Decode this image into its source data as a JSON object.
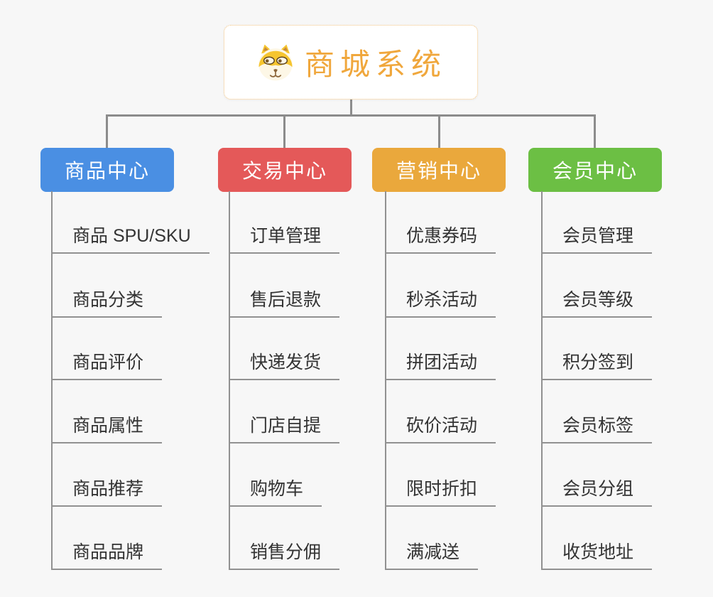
{
  "root": {
    "title": "商城系统",
    "icon": "shiba-dog-icon"
  },
  "branches": [
    {
      "label": "商品中心",
      "color": "#4a8fe3",
      "items": [
        "商品 SPU/SKU",
        "商品分类",
        "商品评价",
        "商品属性",
        "商品推荐",
        "商品品牌"
      ]
    },
    {
      "label": "交易中心",
      "color": "#e45959",
      "items": [
        "订单管理",
        "售后退款",
        "快递发货",
        "门店自提",
        "购物车",
        "销售分佣"
      ]
    },
    {
      "label": "营销中心",
      "color": "#eaa83c",
      "items": [
        "优惠券码",
        "秒杀活动",
        "拼团活动",
        "砍价活动",
        "限时折扣",
        "满减送"
      ]
    },
    {
      "label": "会员中心",
      "color": "#6cbf44",
      "items": [
        "会员管理",
        "会员等级",
        "积分签到",
        "会员标签",
        "会员分组",
        "收货地址"
      ]
    }
  ],
  "colors": {
    "background": "#f7f7f7",
    "connector": "#8c8c8c",
    "leaf_line": "#919191",
    "leaf_text": "#333333",
    "root_text": "#f0a73c",
    "root_border": "#f2c27e"
  }
}
